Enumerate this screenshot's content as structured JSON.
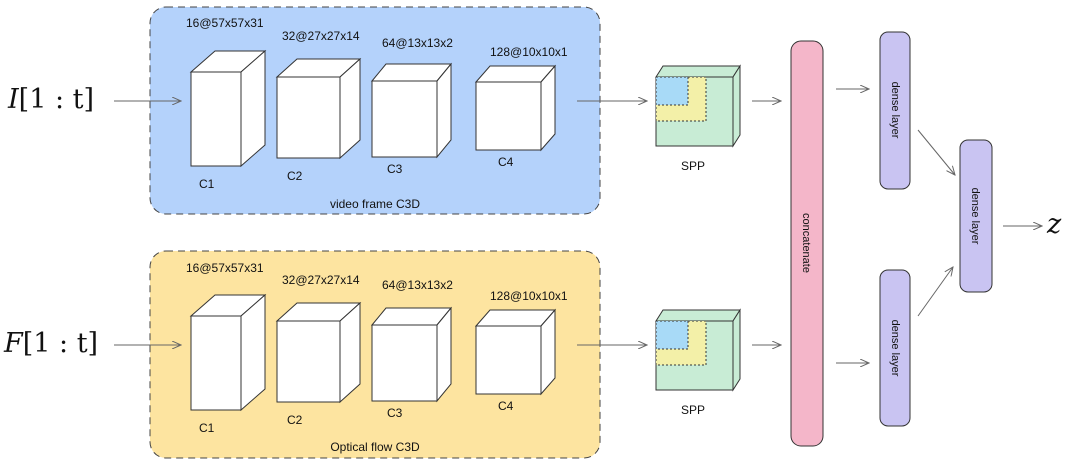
{
  "inputs": {
    "top": {
      "symbol": "I",
      "range": "[1 : t]"
    },
    "bottom": {
      "symbol": "F",
      "range": "[1 : t]"
    }
  },
  "streams": {
    "top": {
      "title": "video frame C3D",
      "color": "#b4d2fb",
      "layers": [
        {
          "name": "C1",
          "dims": "16@57x57x31"
        },
        {
          "name": "C2",
          "dims": "32@27x27x14"
        },
        {
          "name": "C3",
          "dims": "64@13x13x2"
        },
        {
          "name": "C4",
          "dims": "128@10x10x1"
        }
      ]
    },
    "bottom": {
      "title": "Optical flow C3D",
      "color": "#fde4a0",
      "layers": [
        {
          "name": "C1",
          "dims": "16@57x57x31"
        },
        {
          "name": "C2",
          "dims": "32@27x27x14"
        },
        {
          "name": "C3",
          "dims": "64@13x13x2"
        },
        {
          "name": "C4",
          "dims": "128@10x10x1"
        }
      ]
    }
  },
  "spp": {
    "top_label": "SPP",
    "bottom_label": "SPP",
    "face_color": "#c8ecd5",
    "inner1": "#a8daf7",
    "inner2": "#f3f0a8"
  },
  "concatenate": {
    "label": "concatenate",
    "color": "#f4b6c9"
  },
  "dense": {
    "label_top": "dense layer",
    "label_bottom": "dense layer",
    "label_final": "dense layer",
    "color": "#c9c4f2"
  },
  "output": {
    "symbol": "z"
  }
}
